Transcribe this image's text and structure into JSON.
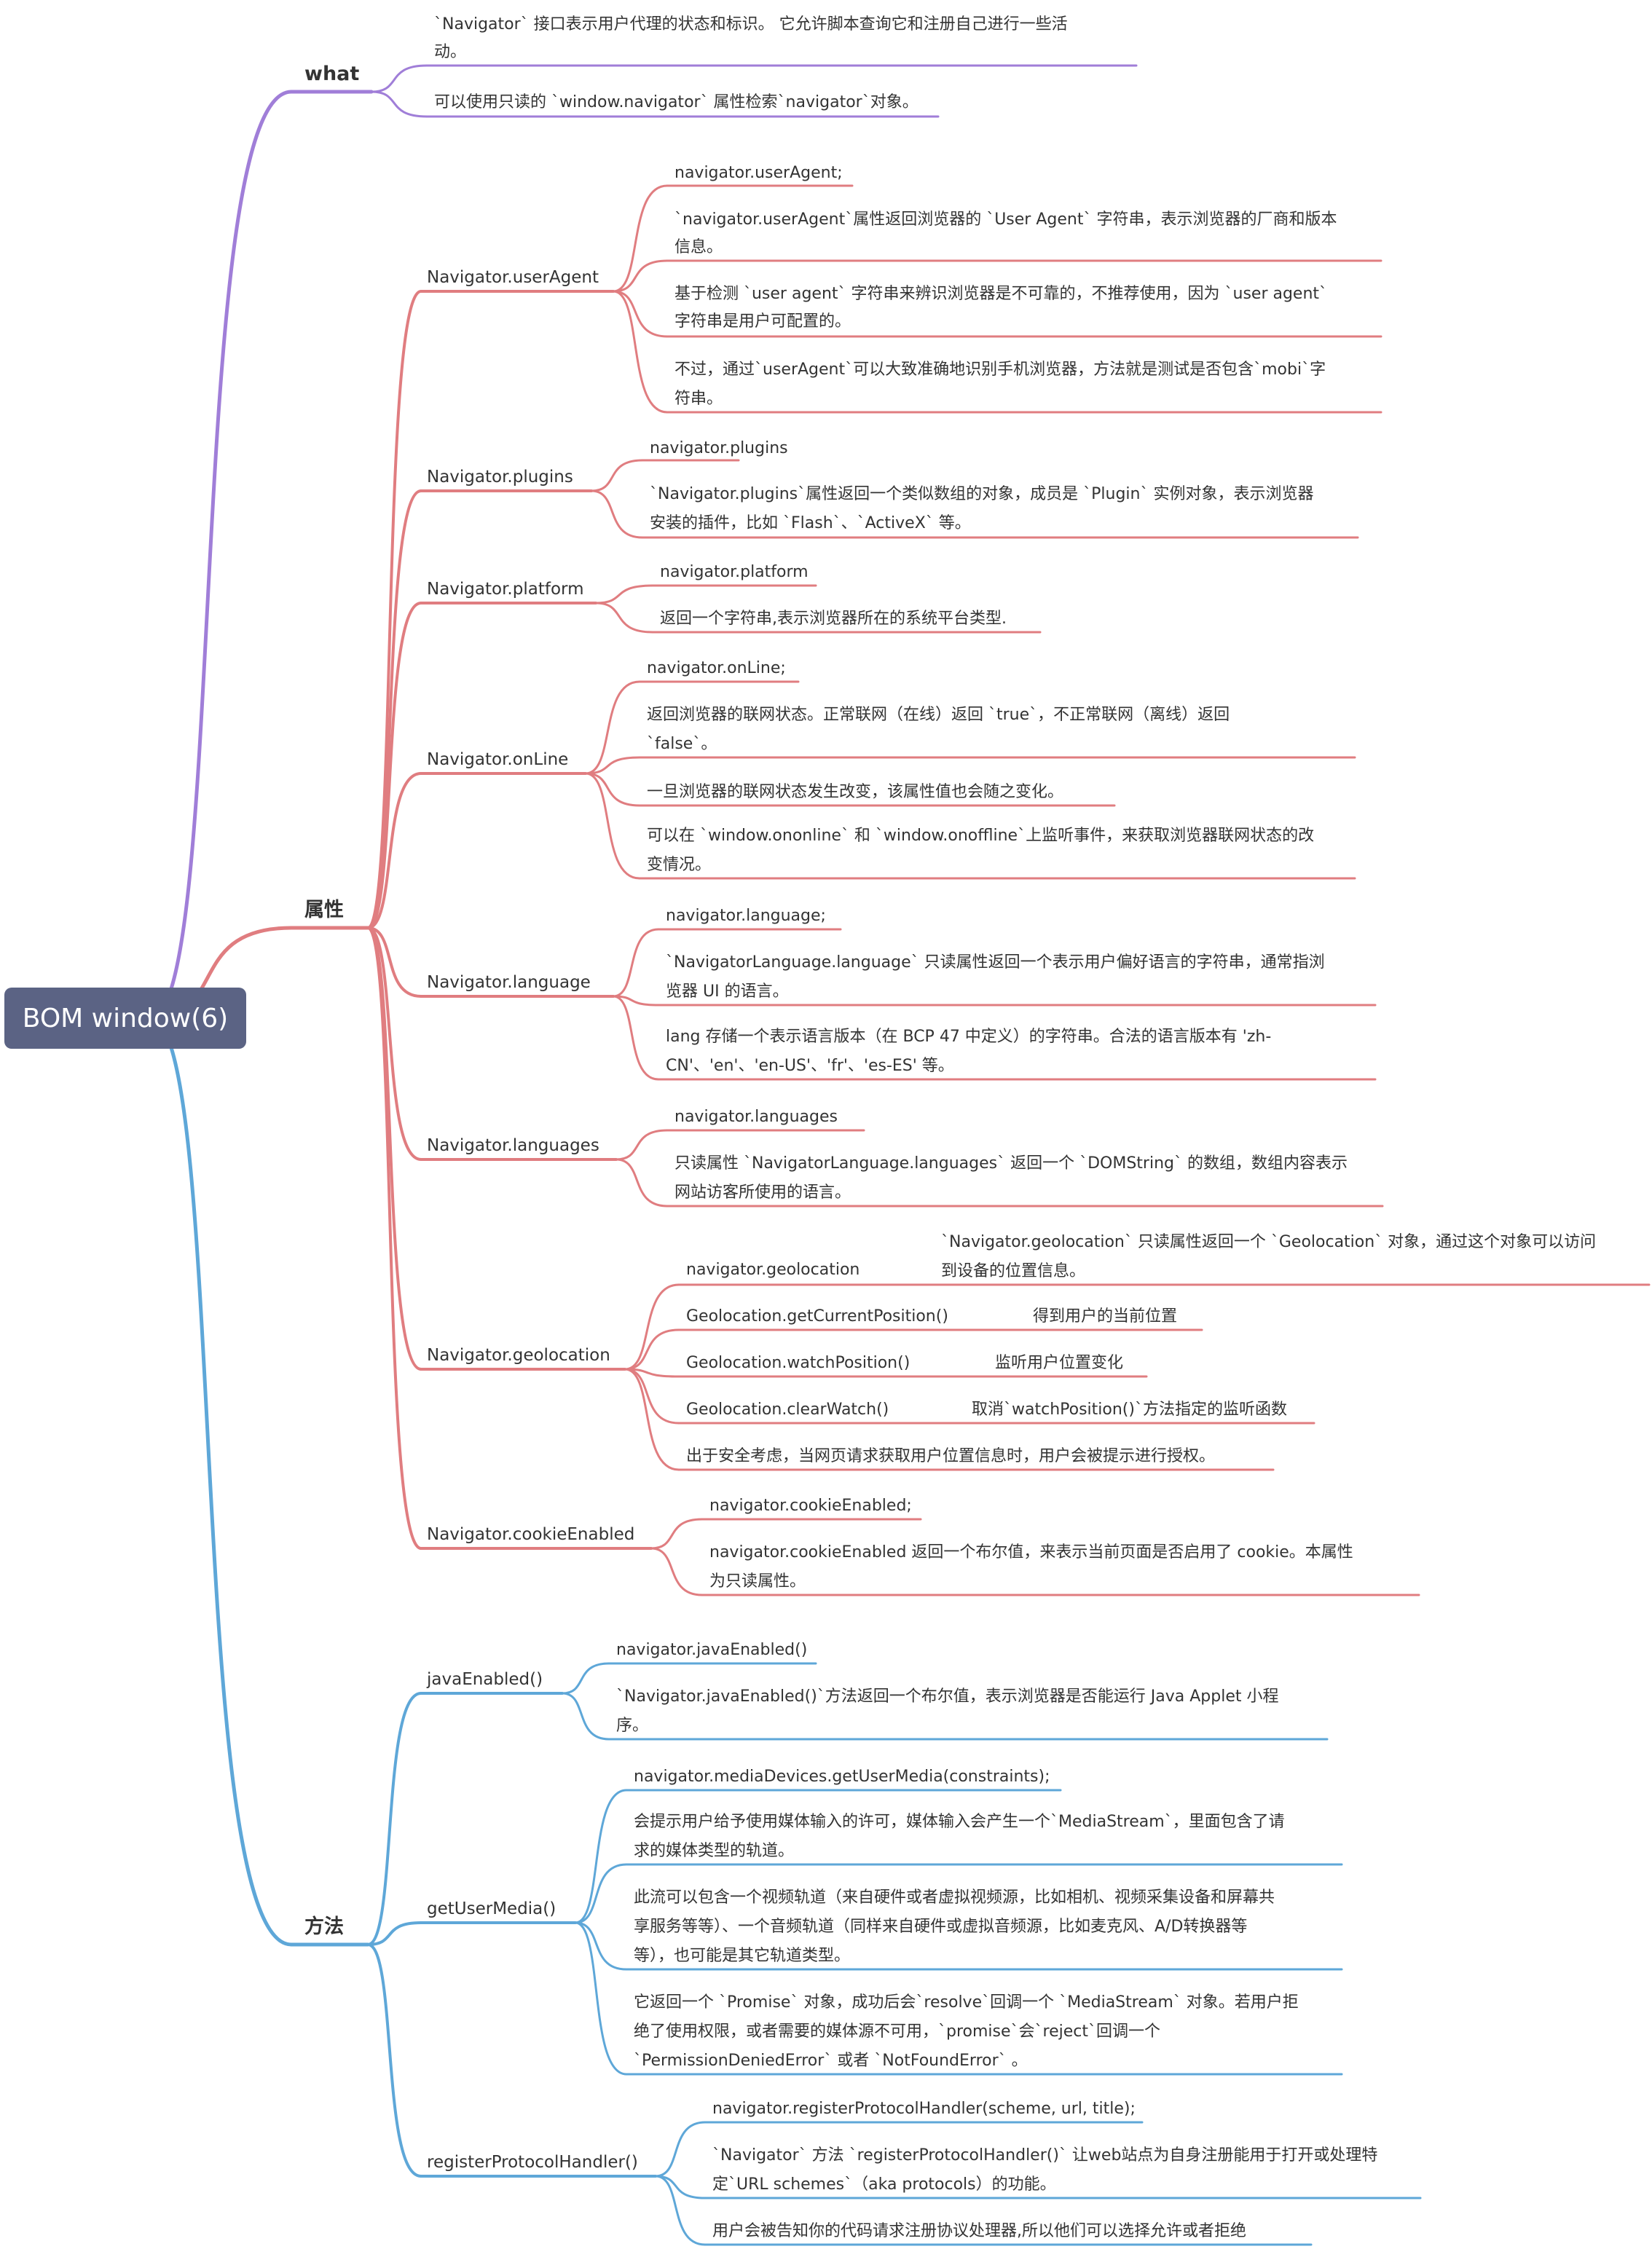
{
  "root": {
    "label": "BOM window(6)",
    "color": "#5b6384"
  },
  "sections": [
    {
      "id": "what",
      "label": "what",
      "color": "#a07ed8",
      "branches": [
        {
          "leaves": [
            {
              "lines": [
                "`Navigator` 接口表示用户代理的状态和标识。 它允许脚本查询它和注册自己进行一些活",
                "动。"
              ]
            },
            {
              "lines": [
                "可以使用只读的 `window.navigator` 属性检索`navigator`对象。"
              ]
            }
          ]
        }
      ]
    },
    {
      "id": "props",
      "label": "属性",
      "color": "#e07d80",
      "branches": [
        {
          "label": "Navigator.userAgent",
          "leaves": [
            {
              "lines": [
                "navigator.userAgent;"
              ]
            },
            {
              "lines": [
                "`navigator.userAgent`属性返回浏览器的 `User Agent` 字符串，表示浏览器的厂商和版本",
                "信息。"
              ]
            },
            {
              "lines": [
                "基于检测 `user agent` 字符串来辨识浏览器是不可靠的，不推荐使用，因为 `user agent`",
                "字符串是用户可配置的。"
              ]
            },
            {
              "lines": [
                "不过，通过`userAgent`可以大致准确地识别手机浏览器，方法就是测试是否包含`mobi`字",
                "符串。"
              ]
            }
          ]
        },
        {
          "label": "Navigator.plugins",
          "leaves": [
            {
              "lines": [
                "navigator.plugins"
              ]
            },
            {
              "lines": [
                "`Navigator.plugins`属性返回一个类似数组的对象，成员是 `Plugin` 实例对象，表示浏览器",
                "安装的插件，比如 `Flash`、`ActiveX` 等。"
              ]
            }
          ]
        },
        {
          "label": "Navigator.platform",
          "leaves": [
            {
              "lines": [
                "navigator.platform"
              ]
            },
            {
              "lines": [
                "返回一个字符串,表示浏览器所在的系统平台类型."
              ]
            }
          ]
        },
        {
          "label": "Navigator.onLine",
          "leaves": [
            {
              "lines": [
                "navigator.onLine;"
              ]
            },
            {
              "lines": [
                "返回浏览器的联网状态。正常联网（在线）返回 `true`，不正常联网（离线）返回",
                "`false`。"
              ]
            },
            {
              "lines": [
                "一旦浏览器的联网状态发生改变，该属性值也会随之变化。"
              ]
            },
            {
              "lines": [
                "可以在 `window.ononline` 和 `window.onoffline`上监听事件，来获取浏览器联网状态的改",
                "变情况。"
              ]
            }
          ]
        },
        {
          "label": "Navigator.language",
          "leaves": [
            {
              "lines": [
                "navigator.language;"
              ]
            },
            {
              "lines": [
                "`NavigatorLanguage.language` 只读属性返回一个表示用户偏好语言的字符串，通常指浏",
                "览器 UI 的语言。"
              ]
            },
            {
              "lines": [
                "lang 存储一个表示语言版本（在 BCP 47 中定义）的字符串。合法的语言版本有 'zh-",
                "CN'、'en'、'en-US'、'fr'、'es-ES' 等。"
              ]
            }
          ]
        },
        {
          "label": "Navigator.languages",
          "leaves": [
            {
              "lines": [
                "navigator.languages"
              ]
            },
            {
              "lines": [
                "只读属性 `NavigatorLanguage.languages` 返回一个 `DOMString` 的数组，数组内容表示",
                "网站访客所使用的语言。"
              ]
            }
          ]
        },
        {
          "label": "Navigator.geolocation",
          "leaves": [
            {
              "lines": [
                "navigator.geolocation"
              ],
              "desc": [
                "`Navigator.geolocation` 只读属性返回一个 `Geolocation` 对象，通过这个对象可以访问",
                "到设备的位置信息。"
              ]
            },
            {
              "lines": [
                "Geolocation.getCurrentPosition()"
              ],
              "desc": [
                "得到用户的当前位置"
              ]
            },
            {
              "lines": [
                "Geolocation.watchPosition()"
              ],
              "desc": [
                "监听用户位置变化"
              ]
            },
            {
              "lines": [
                "Geolocation.clearWatch()"
              ],
              "desc": [
                "取消`watchPosition()`方法指定的监听函数"
              ]
            },
            {
              "lines": [
                "出于安全考虑，当网页请求获取用户位置信息时，用户会被提示进行授权。"
              ]
            }
          ]
        },
        {
          "label": "Navigator.cookieEnabled",
          "leaves": [
            {
              "lines": [
                "navigator.cookieEnabled;"
              ]
            },
            {
              "lines": [
                "navigator.cookieEnabled 返回一个布尔值，来表示当前页面是否启用了 cookie。本属性",
                "为只读属性。"
              ]
            }
          ]
        }
      ]
    },
    {
      "id": "methods",
      "label": "方法",
      "color": "#5ea7d8",
      "branches": [
        {
          "label": "javaEnabled()",
          "leaves": [
            {
              "lines": [
                "navigator.javaEnabled()"
              ]
            },
            {
              "lines": [
                "`Navigator.javaEnabled()`方法返回一个布尔值，表示浏览器是否能运行 Java Applet 小程",
                "序。"
              ]
            }
          ]
        },
        {
          "label": "getUserMedia()",
          "leaves": [
            {
              "lines": [
                "navigator.mediaDevices.getUserMedia(constraints);"
              ]
            },
            {
              "lines": [
                "会提示用户给予使用媒体输入的许可，媒体输入会产生一个`MediaStream`，里面包含了请",
                "求的媒体类型的轨道。"
              ]
            },
            {
              "lines": [
                "此流可以包含一个视频轨道（来自硬件或者虚拟视频源，比如相机、视频采集设备和屏幕共",
                "享服务等等）、一个音频轨道（同样来自硬件或虚拟音频源，比如麦克风、A/D转换器等",
                "等），也可能是其它轨道类型。"
              ]
            },
            {
              "lines": [
                "它返回一个 `Promise` 对象，成功后会`resolve`回调一个 `MediaStream` 对象。若用户拒",
                "绝了使用权限，或者需要的媒体源不可用，`promise`会`reject`回调一个",
                "`PermissionDeniedError` 或者 `NotFoundError` 。"
              ]
            }
          ]
        },
        {
          "label": "registerProtocolHandler()",
          "leaves": [
            {
              "lines": [
                "navigator.registerProtocolHandler(scheme, url, title);"
              ]
            },
            {
              "lines": [
                "`Navigator` 方法 `registerProtocolHandler()` 让web站点为自身注册能用于打开或处理特",
                "定`URL schemes`（aka protocols）的功能。"
              ]
            },
            {
              "lines": [
                "用户会被告知你的代码请求注册协议处理器,所以他们可以选择允许或者拒绝"
              ]
            }
          ]
        }
      ]
    }
  ]
}
